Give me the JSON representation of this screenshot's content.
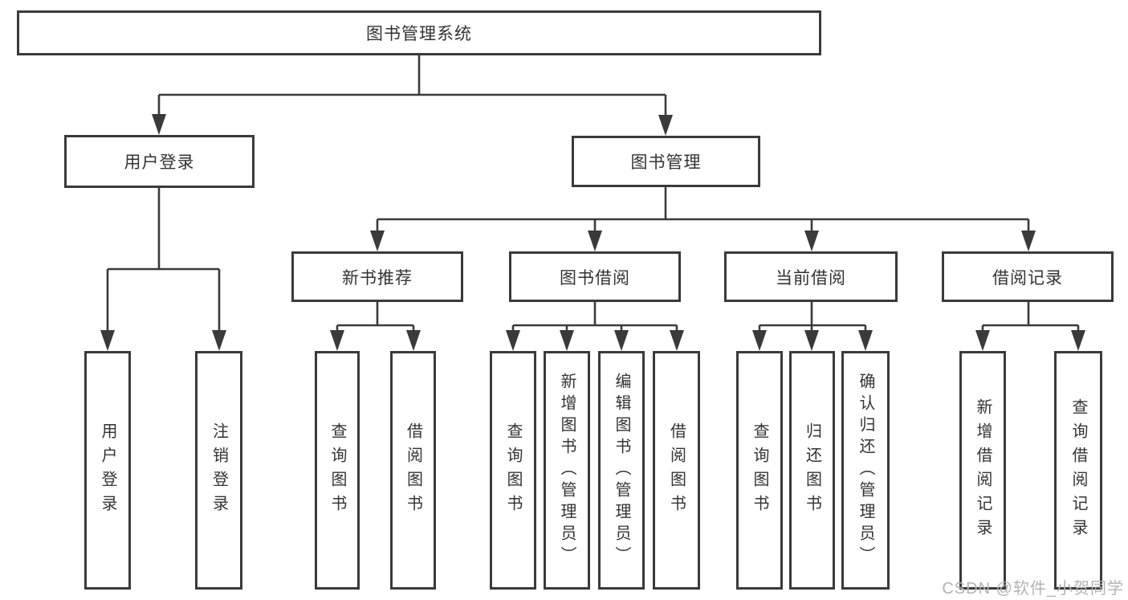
{
  "diagram": {
    "nodes": {
      "root": "图书管理系统",
      "level2": [
        "用户登录",
        "图书管理"
      ],
      "level3": [
        "新书推荐",
        "图书借阅",
        "当前借阅",
        "借阅记录"
      ],
      "leaves_login": [
        "用户登录",
        "注销登录"
      ],
      "leaves_new_books": [
        "查询图书",
        "借阅图书"
      ],
      "leaves_book_borrow": [
        "查询图书",
        "新增图书（管理员）",
        "编辑图书（管理员）",
        "借阅图书"
      ],
      "leaves_current_borrow": [
        "查询图书",
        "归还图书",
        "确认归还（管理员）"
      ],
      "leaves_borrow_records": [
        "新增借阅记录",
        "查询借阅记录"
      ]
    },
    "colors": {
      "line": "#3a3a3a",
      "text": "#333333",
      "watermark": "#b3b3b3",
      "background": "#ffffff"
    },
    "watermark": "CSDN @软件_小贺同学"
  }
}
